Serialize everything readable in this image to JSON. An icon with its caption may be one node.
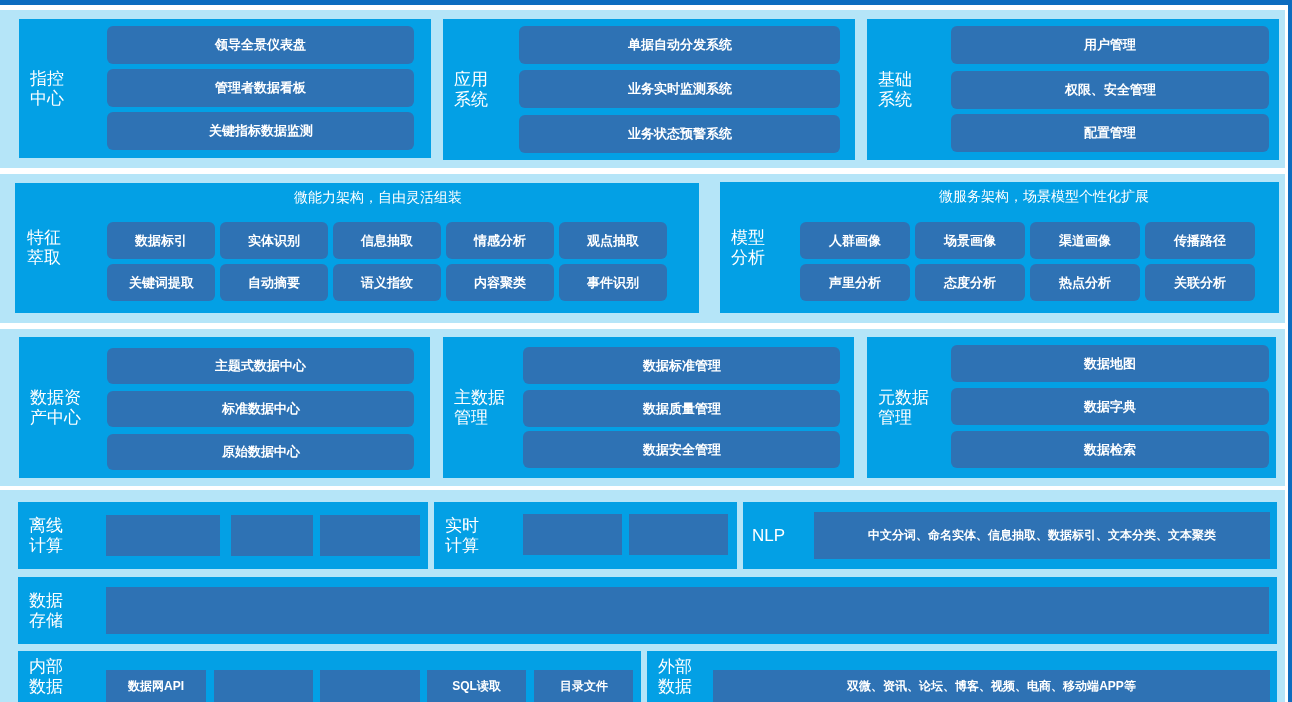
{
  "diagram": {
    "nodes": [
      {
        "text": [
          "指控中心"
        ]
      },
      {
        "text": [
          "领导全景仪表盘"
        ],
        "in": 0
      },
      {
        "text": [
          "管理者数据看板"
        ],
        "in": 0
      },
      {
        "text": [
          "关键指标数据监测"
        ],
        "in": 0
      },
      {
        "text": [
          "应用系统"
        ]
      },
      {
        "text": [
          "单据自动分发系统"
        ],
        "in": 4
      },
      {
        "text": [
          "业务实时监测系统"
        ],
        "in": 4
      },
      {
        "text": [
          "业务状态预警系统"
        ],
        "in": 4
      },
      {
        "text": [
          "基础系统"
        ]
      },
      {
        "text": [
          "用户管理"
        ],
        "in": 8
      },
      {
        "text": [
          "权限、安全管理"
        ],
        "in": 8
      },
      {
        "text": [
          "配置管理"
        ],
        "in": 8
      },
      {
        "text": [
          "微能力架构，自由灵活组装",
          "特征萃取"
        ]
      },
      {
        "text": [
          "数据标引"
        ],
        "in": 12
      },
      {
        "text": [
          "实体识别"
        ],
        "in": 12
      },
      {
        "text": [
          "信息抽取"
        ],
        "in": 12
      },
      {
        "text": [
          "情感分析"
        ],
        "in": 12
      },
      {
        "text": [
          "观点抽取"
        ],
        "in": 12
      },
      {
        "text": [
          "关键词提取"
        ],
        "in": 12
      },
      {
        "text": [
          "自动摘要"
        ],
        "in": 12
      },
      {
        "text": [
          "语义指纹"
        ],
        "in": 12
      },
      {
        "text": [
          "内容聚类"
        ],
        "in": 12
      },
      {
        "text": [
          "事件识别"
        ],
        "in": 12
      },
      {
        "text": [
          "微服务架构，场景模型个性化扩展",
          "模型分析"
        ]
      },
      {
        "text": [
          "人群画像"
        ],
        "in": 23
      },
      {
        "text": [
          "场景画像"
        ],
        "in": 23
      },
      {
        "text": [
          "渠道画像"
        ],
        "in": 23
      },
      {
        "text": [
          "传播路径"
        ],
        "in": 23
      },
      {
        "text": [
          "声里分析"
        ],
        "in": 23
      },
      {
        "text": [
          "态度分析"
        ],
        "in": 23
      },
      {
        "text": [
          "热点分析"
        ],
        "in": 23
      },
      {
        "text": [
          "关联分析"
        ],
        "in": 23
      },
      {
        "text": [
          "数据资产中心"
        ]
      },
      {
        "text": [
          "主题式数据中心"
        ],
        "in": 32
      },
      {
        "text": [
          "标准数据中心"
        ],
        "in": 32
      },
      {
        "text": [
          "原始数据中心"
        ],
        "in": 32
      },
      {
        "text": [
          "主数据管理"
        ]
      },
      {
        "text": [
          "数据标准管理"
        ],
        "in": 36
      },
      {
        "text": [
          "数据质量管理"
        ],
        "in": 36
      },
      {
        "text": [
          "数据安全管理"
        ],
        "in": 36
      },
      {
        "text": [
          "元数据管理"
        ]
      },
      {
        "text": [
          "数据地图"
        ],
        "in": 40
      },
      {
        "text": [
          "数据字典"
        ],
        "in": 40
      },
      {
        "text": [
          "数据检索"
        ],
        "in": 40
      },
      {
        "text": [
          "离线计算"
        ]
      },
      {
        "text": [],
        "shape": "box",
        "in": 44
      },
      {
        "text": [],
        "shape": "box",
        "in": 44
      },
      {
        "text": [],
        "shape": "box",
        "in": 44
      },
      {
        "text": [
          "实时计算"
        ]
      },
      {
        "text": [],
        "shape": "box",
        "in": 48
      },
      {
        "text": [],
        "shape": "box",
        "in": 48
      },
      {
        "text": [
          "NLP"
        ]
      },
      {
        "text": [
          "中文分词、命名实体、信息抽取、数据标引、文本分类、文本聚类"
        ],
        "in": 51
      },
      {
        "text": [
          "数据存储"
        ]
      },
      {
        "text": [],
        "shape": "box",
        "in": 53
      },
      {
        "text": [
          "内部数据"
        ]
      },
      {
        "text": [
          "数据网API"
        ],
        "in": 55
      },
      {
        "text": [],
        "shape": "box",
        "in": 55
      },
      {
        "text": [],
        "shape": "box",
        "in": 55
      },
      {
        "text": [
          "SQL读取"
        ],
        "in": 55
      },
      {
        "text": [
          "目录文件"
        ],
        "in": 55
      },
      {
        "text": [
          "外部数据"
        ]
      },
      {
        "text": [
          "双微、资讯、论坛、博客、视频、电商、移动端APP等"
        ],
        "in": 61
      }
    ]
  }
}
